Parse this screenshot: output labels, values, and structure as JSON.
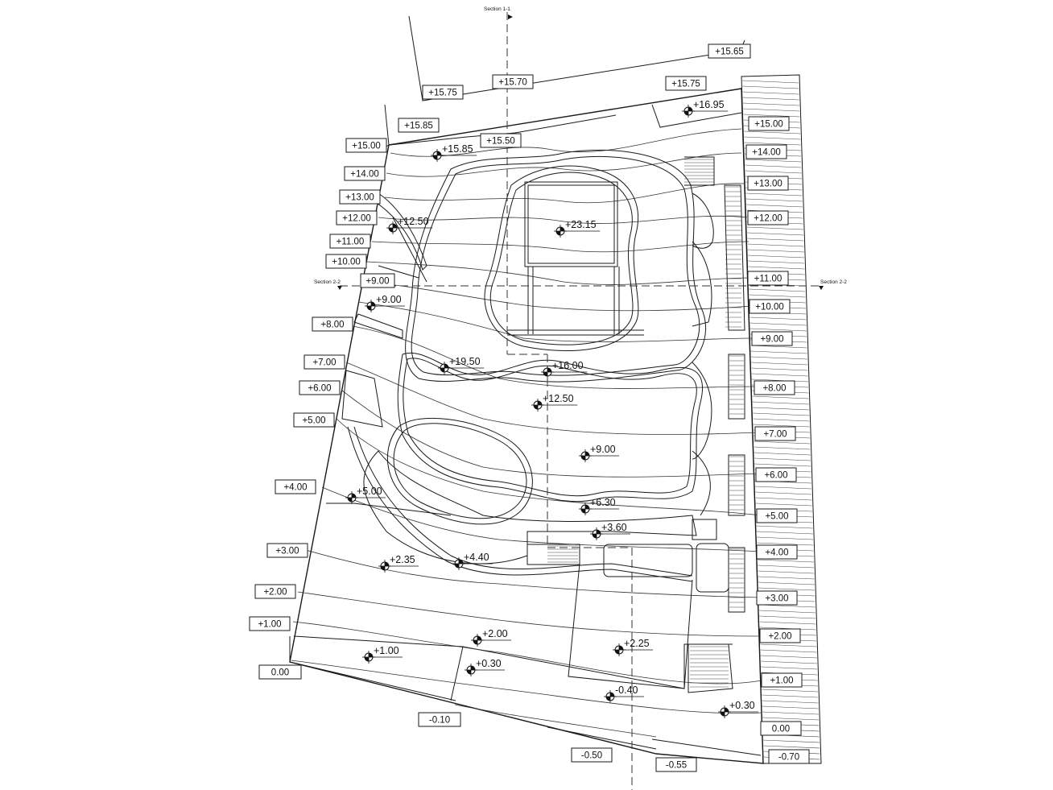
{
  "sections": {
    "section_1_1": "Section 1-1",
    "section_2_2_left": "Section 2-2",
    "section_2_2_right": "Section 2-2"
  },
  "contour_labels": [
    "+15.65",
    "+15.70",
    "+15.75",
    "+15.75",
    "+15.85",
    "+15.00",
    "+14.00",
    "+13.00",
    "+12.00",
    "+11.00",
    "+10.00",
    "+9.00",
    "+8.00",
    "+7.00",
    "+6.00",
    "+5.00",
    "+4.00",
    "+3.00",
    "+2.00",
    "+1.00",
    "0.00",
    "-0.10",
    "-0.50",
    "-0.55",
    "+15.50",
    "+15.00",
    "+14.00",
    "+13.00",
    "+12.00",
    "+11.00",
    "+10.00",
    "+9.00",
    "+8.00",
    "+7.00",
    "+6.00",
    "+5.00",
    "+4.00",
    "+3.00",
    "+2.00",
    "+1.00",
    "0.00",
    "-0.70"
  ],
  "spot_elevations": [
    "+16.95",
    "+15.85",
    "+12.50",
    "+23.15",
    "+9.00",
    "+19.50",
    "+16.00",
    "+12.50",
    "+9.00",
    "+5.00",
    "+6.30",
    "+3.60",
    "+4.40",
    "+2.35",
    "+2.00",
    "+1.00",
    "+0.30",
    "+2.25",
    "-0.40",
    "+0.30"
  ]
}
